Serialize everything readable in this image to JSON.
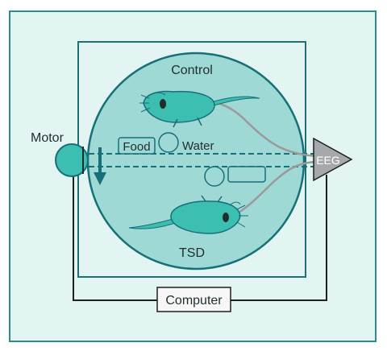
{
  "labels": {
    "control": "Control",
    "tsd": "TSD",
    "motor": "Motor",
    "food": "Food",
    "water": "Water",
    "eeg": "EEG",
    "computer": "Computer"
  },
  "colors": {
    "outer_bg": "#e3f5f3",
    "outer_border": "#2a8f8c",
    "inner_box_border": "#1f6f74",
    "arena_fill": "#9fd9d6",
    "arena_stroke": "#176f78",
    "teal": "#3cbfb1",
    "dark": "#1f2d2e",
    "eeg_fill": "#a5a9ab",
    "cable": "#9a9a9a",
    "wire": "#1e1e1e"
  },
  "icons": {
    "rat_top": "rat-icon",
    "rat_bottom": "rat-icon",
    "motor": "motor-disc-icon",
    "arrow": "down-arrow-icon"
  }
}
